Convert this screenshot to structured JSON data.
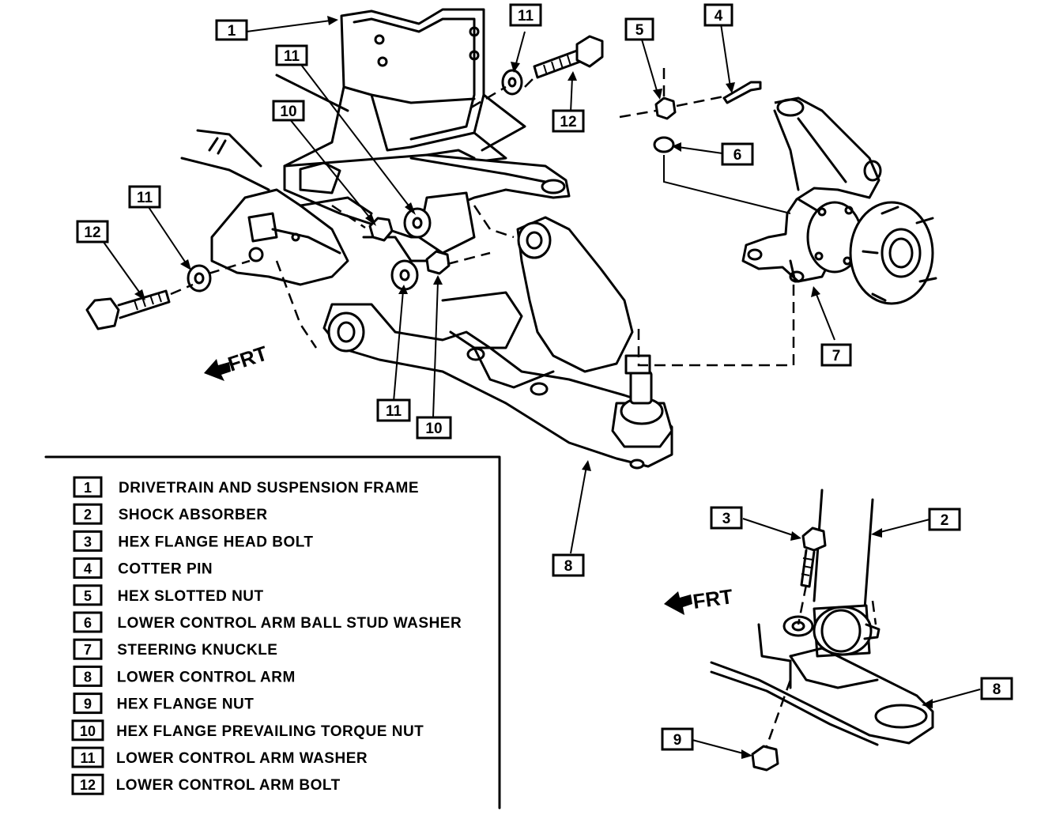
{
  "diagram": {
    "direction_label": "FRT",
    "callouts": {
      "main_1": "1",
      "main_11a": "11",
      "main_10a": "10",
      "main_11b": "11",
      "main_12a": "12",
      "main_11c": "11",
      "main_12b": "12",
      "main_5": "5",
      "main_4": "4",
      "main_6": "6",
      "main_7": "7",
      "main_11d": "11",
      "main_10b": "10",
      "main_8": "8",
      "detail_3": "3",
      "detail_2": "2",
      "detail_8": "8",
      "detail_9": "9"
    }
  },
  "legend": [
    {
      "num": "1",
      "label": "DRIVETRAIN AND SUSPENSION FRAME"
    },
    {
      "num": "2",
      "label": "SHOCK ABSORBER"
    },
    {
      "num": "3",
      "label": "HEX FLANGE HEAD BOLT"
    },
    {
      "num": "4",
      "label": "COTTER PIN"
    },
    {
      "num": "5",
      "label": "HEX SLOTTED NUT"
    },
    {
      "num": "6",
      "label": "LOWER CONTROL ARM BALL STUD WASHER"
    },
    {
      "num": "7",
      "label": "STEERING KNUCKLE"
    },
    {
      "num": "8",
      "label": "LOWER CONTROL ARM"
    },
    {
      "num": "9",
      "label": "HEX FLANGE NUT"
    },
    {
      "num": "10",
      "label": "HEX FLANGE PREVAILING TORQUE NUT"
    },
    {
      "num": "11",
      "label": "LOWER CONTROL ARM WASHER"
    },
    {
      "num": "12",
      "label": "LOWER CONTROL ARM BOLT"
    }
  ]
}
